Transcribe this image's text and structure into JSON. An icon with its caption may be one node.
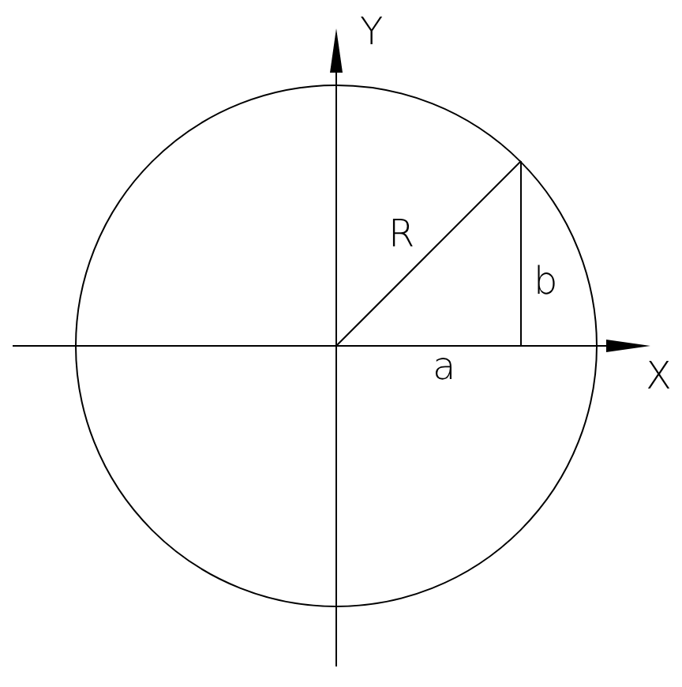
{
  "diagram": {
    "labels": [
      "Y",
      "R",
      "b",
      "X",
      "a"
    ]
  }
}
